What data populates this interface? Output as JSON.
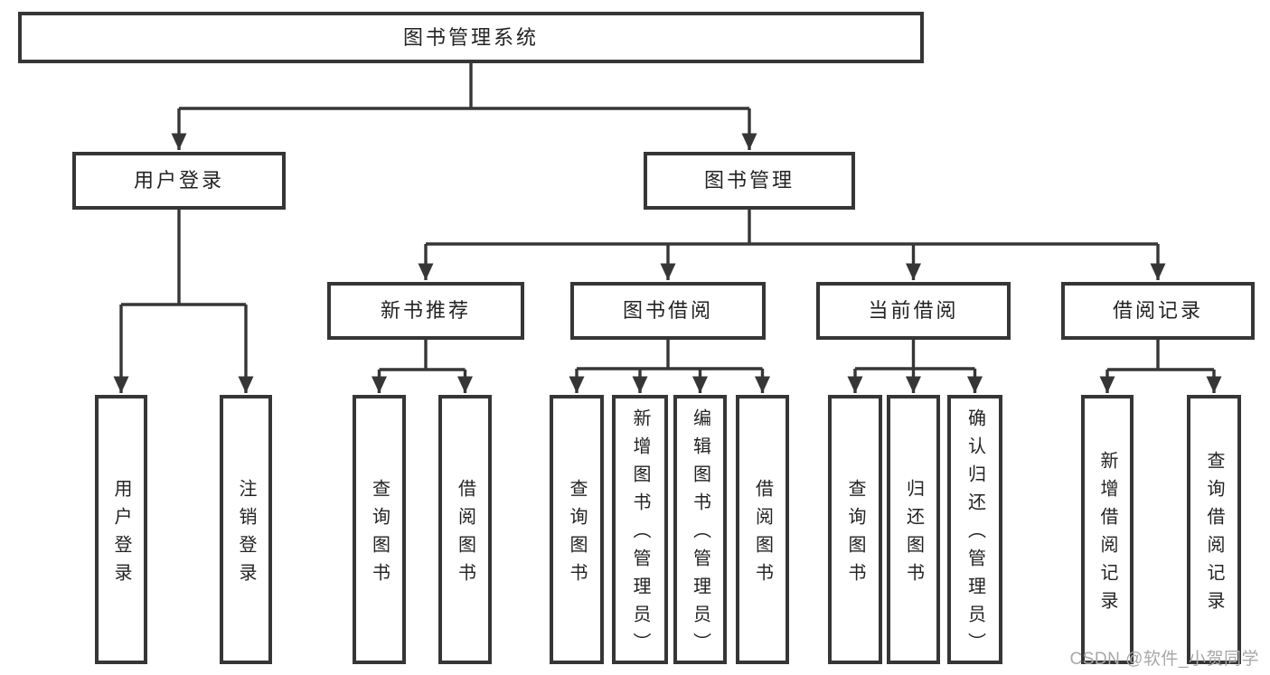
{
  "diagram": {
    "title_note": "functional structure chart of a library management system",
    "root": {
      "label": "图书管理系统"
    },
    "level1": [
      {
        "id": "user-login",
        "label": "用户登录"
      },
      {
        "id": "book-management",
        "label": "图书管理"
      }
    ],
    "level2": [
      {
        "id": "new-book-recommend",
        "parent": "图书管理",
        "label": "新书推荐"
      },
      {
        "id": "book-borrowing",
        "parent": "图书管理",
        "label": "图书借阅"
      },
      {
        "id": "current-borrowing",
        "parent": "图书管理",
        "label": "当前借阅"
      },
      {
        "id": "borrowing-records",
        "parent": "图书管理",
        "label": "借阅记录"
      }
    ],
    "leaves": [
      {
        "parent": "用户登录",
        "label": "用户登录"
      },
      {
        "parent": "用户登录",
        "label": "注销登录"
      },
      {
        "parent": "新书推荐",
        "label": "查询图书"
      },
      {
        "parent": "新书推荐",
        "label": "借阅图书"
      },
      {
        "parent": "图书借阅",
        "label": "查询图书"
      },
      {
        "parent": "图书借阅",
        "label": "新增图书（管理员）"
      },
      {
        "parent": "图书借阅",
        "label": "编辑图书（管理员）"
      },
      {
        "parent": "图书借阅",
        "label": "借阅图书"
      },
      {
        "parent": "当前借阅",
        "label": "查询图书"
      },
      {
        "parent": "当前借阅",
        "label": "归还图书"
      },
      {
        "parent": "当前借阅",
        "label": "确认归还（管理员）"
      },
      {
        "parent": "借阅记录",
        "label": "新增借阅记录"
      },
      {
        "parent": "借阅记录",
        "label": "查询借阅记录"
      }
    ]
  },
  "watermark": {
    "text": "CSDN @软件_小贺同学"
  },
  "colors": {
    "line": "#363636",
    "text": "#232323",
    "background": "#ffffff",
    "watermark": "#a8a8a8"
  }
}
